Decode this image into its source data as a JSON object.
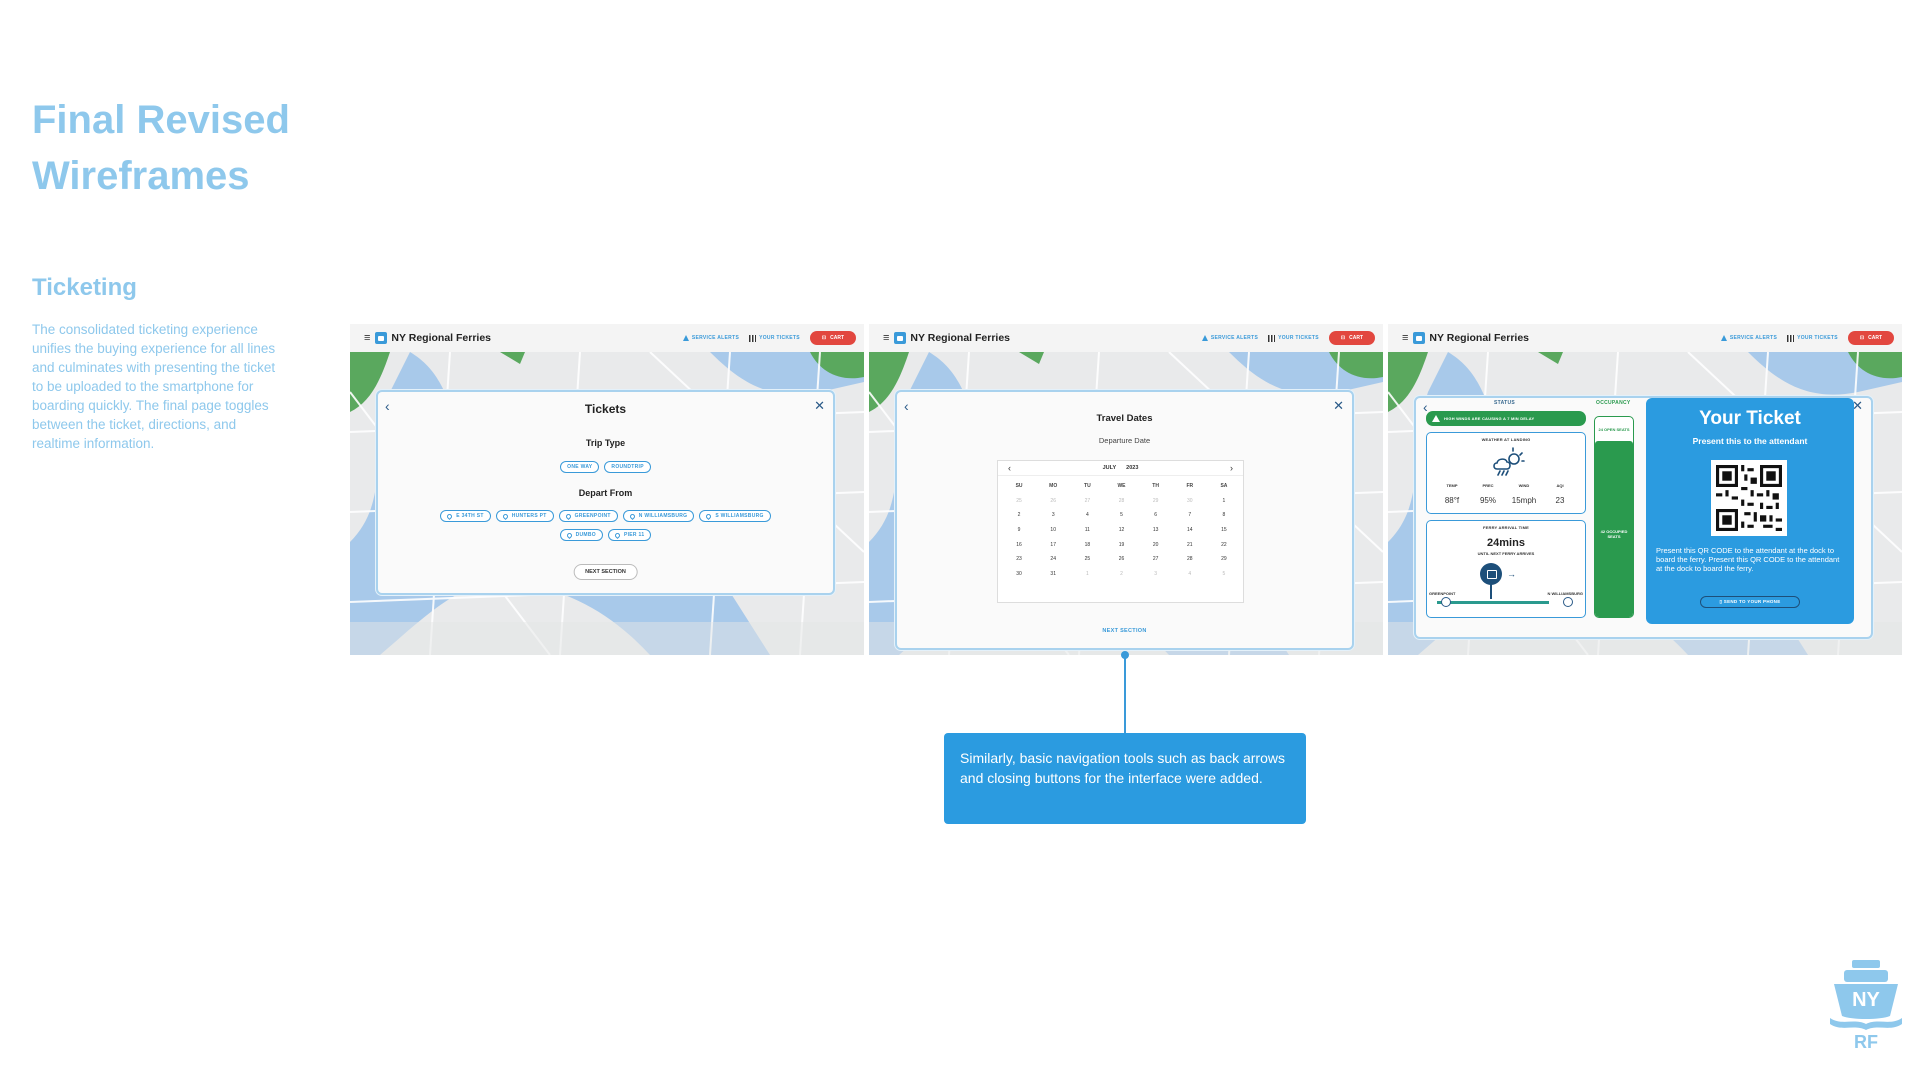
{
  "page": {
    "title": "Final Revised Wireframes",
    "section_title": "Ticketing",
    "section_desc": "The consolidated ticketing experience unifies the buying experience for all lines and culminates with presenting the ticket to be uploaded to the smartphone for boarding quickly.  The final page toggles between the ticket, directions, and realtime information."
  },
  "app": {
    "brand": "NY Regional Ferries",
    "nav": {
      "alerts": "SERVICE ALERTS",
      "tickets": "YOUR TICKETS",
      "cart": "CART"
    }
  },
  "screen1": {
    "title": "Tickets",
    "trip_type_label": "Trip Type",
    "trip_types": [
      "ONE WAY",
      "ROUNDTRIP"
    ],
    "depart_label": "Depart From",
    "stops_row1": [
      "E 34TH ST",
      "HUNTERS PT",
      "GREENPOINT",
      "N WILLIAMSBURG",
      "S WILLIAMSBURG"
    ],
    "stops_row2": [
      "DUMBO",
      "PIER 11"
    ],
    "next": "NEXT SECTION"
  },
  "screen2": {
    "title": "Travel Dates",
    "subtitle": "Departure Date",
    "month": "JULY",
    "year": "2023",
    "dow": [
      "SU",
      "MO",
      "TU",
      "WE",
      "TH",
      "FR",
      "SA"
    ],
    "days": [
      "25",
      "26",
      "27",
      "28",
      "29",
      "30",
      "1",
      "2",
      "3",
      "4",
      "5",
      "6",
      "7",
      "8",
      "9",
      "10",
      "11",
      "12",
      "13",
      "14",
      "15",
      "16",
      "17",
      "18",
      "19",
      "20",
      "21",
      "22",
      "23",
      "24",
      "25",
      "26",
      "27",
      "28",
      "29",
      "30",
      "31",
      "1",
      "2",
      "3",
      "4",
      "5"
    ],
    "next": "NEXT SECTION"
  },
  "screen3": {
    "status_label": "STATUS",
    "alert": "HIGH WINDS ARE CAUSING A 7 MIN DELAY",
    "weather_label": "WEATHER AT LANDING",
    "weather_heads": [
      "TEMP",
      "PREC",
      "WIND",
      "AQI"
    ],
    "weather_vals": [
      "88°f",
      "95%",
      "15mph",
      "23"
    ],
    "arrival_label": "FERRY ARRIVAL TIME",
    "arrival_time": "24mins",
    "arrival_sub": "UNTIL NEXT FERRY ARRIVES",
    "from_stop": "GREENPOINT",
    "to_stop": "N WILLIAMSBURG",
    "occupancy_label": "OCCUPANCY",
    "open_seats": "24 OPEN SEATS",
    "occupied_seats": "42 OCCUPIED SEATS",
    "occupancy_fraction": 0.88,
    "ticket_title": "Your Ticket",
    "ticket_sub": "Present this to the attendant",
    "ticket_text": "Present this QR CODE to the attendant at the dock to board the ferry.  Present this QR CODE to the attendant at the dock to board the ferry.",
    "send_btn": "SEND TO YOUR PHONE"
  },
  "callout": {
    "text": "Similarly, basic navigation tools such as back arrows and closing buttons for the interface were added."
  },
  "logo": {
    "top": "NY",
    "bottom": "RF"
  },
  "colors": {
    "accent": "#3a9ad9",
    "title": "#8ec8ec",
    "cart": "#e2473f",
    "status_green": "#2a9a4e",
    "ticket_blue": "#2b9be0"
  }
}
